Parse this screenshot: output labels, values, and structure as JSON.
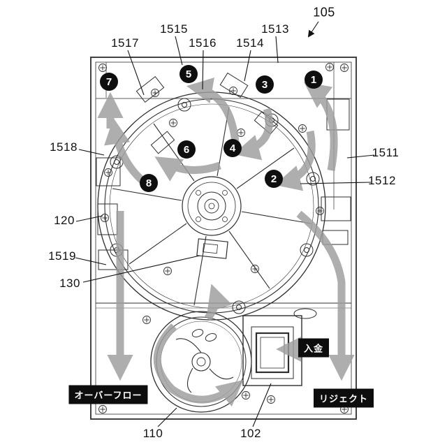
{
  "labels": {
    "l105": "105",
    "l1517": "1517",
    "l1515": "1515",
    "l1516": "1516",
    "l1514": "1514",
    "l1513": "1513",
    "l1511": "1511",
    "l1512": "1512",
    "l1518": "1518",
    "l120": "120",
    "l1519": "1519",
    "l130": "130",
    "l110": "110",
    "l102": "102"
  },
  "steps": [
    "1",
    "2",
    "3",
    "4",
    "5",
    "6",
    "7",
    "8"
  ],
  "flow": {
    "deposit": "入金",
    "overflow": "オーバーフロー",
    "reject": "リジェクト"
  },
  "colors": {
    "arrow": "#9d9d9d",
    "line": "#2e2e2e",
    "marker_bg": "#0e0e0e",
    "marker_text": "#ffffff"
  }
}
